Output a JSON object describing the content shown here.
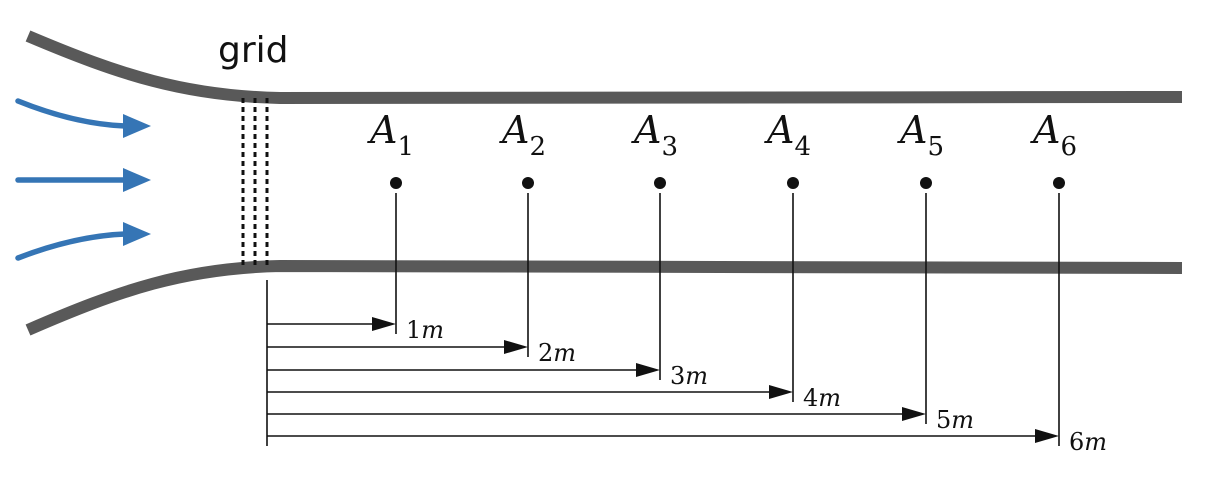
{
  "grid_label": "grid",
  "points": [
    {
      "letter": "A",
      "sub": "1",
      "distance": "1",
      "unit": "m"
    },
    {
      "letter": "A",
      "sub": "2",
      "distance": "2",
      "unit": "m"
    },
    {
      "letter": "A",
      "sub": "3",
      "distance": "3",
      "unit": "m"
    },
    {
      "letter": "A",
      "sub": "4",
      "distance": "4",
      "unit": "m"
    },
    {
      "letter": "A",
      "sub": "5",
      "distance": "5",
      "unit": "m"
    },
    {
      "letter": "A",
      "sub": "6",
      "distance": "6",
      "unit": "m"
    }
  ],
  "colors": {
    "flow_arrows": "#3575b5",
    "channel_walls": "#595959"
  }
}
